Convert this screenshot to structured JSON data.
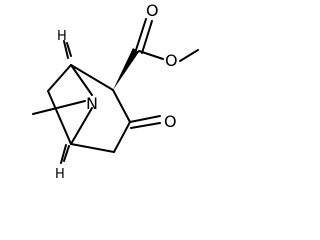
{
  "molecule": {
    "atoms": {
      "hydrogen_top": "H",
      "hydrogen_bottom": "H",
      "nitrogen": "N",
      "oxygen_carbonyl_ester": "O",
      "oxygen_ether_ester": "O",
      "oxygen_ketone": "O"
    }
  },
  "colors": {
    "ink": "#000000",
    "background": "#ffffff"
  }
}
